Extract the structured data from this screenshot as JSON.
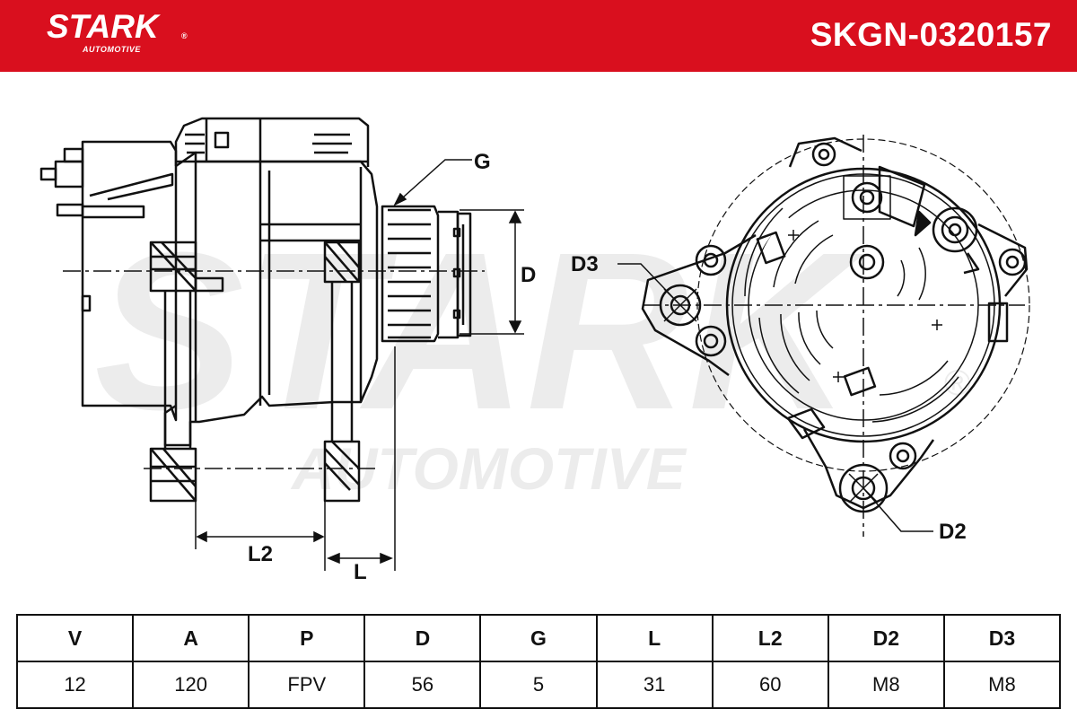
{
  "header": {
    "brand": "STARK",
    "brand_sub": "AUTOMOTIVE",
    "brand_reg": "®",
    "part_number": "SKGN-0320157",
    "bar_color": "#d90f1e"
  },
  "watermark": {
    "main": "STARK",
    "sub": "AUTOMOTIVE",
    "reg": "®"
  },
  "diagram": {
    "labels": {
      "G": "G",
      "D": "D",
      "L2": "L2",
      "L": "L",
      "D3": "D3",
      "D2": "D2"
    }
  },
  "specs": {
    "headers": [
      "V",
      "A",
      "P",
      "D",
      "G",
      "L",
      "L2",
      "D2",
      "D3"
    ],
    "values": [
      "12",
      "120",
      "FPV",
      "56",
      "5",
      "31",
      "60",
      "M8",
      "M8"
    ]
  }
}
